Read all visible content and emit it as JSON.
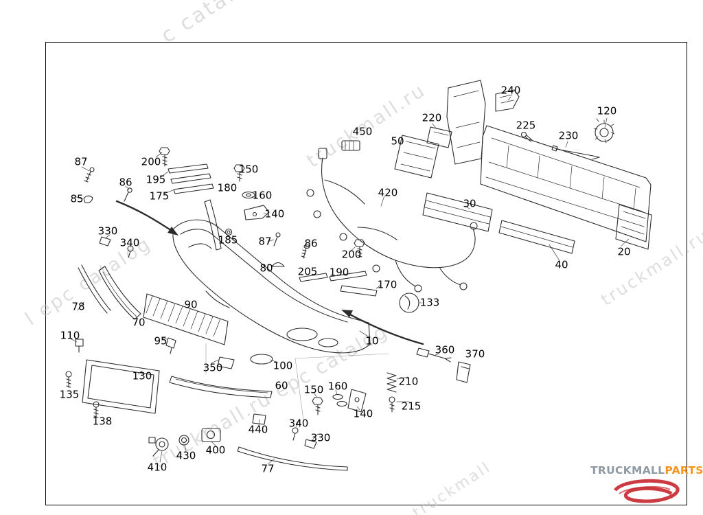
{
  "watermarks": [
    {
      "text": "c catalog"
    },
    {
      "text": "truckmall.ru"
    },
    {
      "text": "l epc catalog"
    },
    {
      "text": "truckmall.ru"
    },
    {
      "text": "truckmall.ru epc catalog"
    },
    {
      "text": "truckmall"
    }
  ],
  "logo": {
    "gray": "TRUCKMALL",
    "orange": "PARTS"
  },
  "colors": {
    "line": "#2b2b2b",
    "watermark": "#c2c2c2",
    "logo_gray": "#8e9aa3",
    "logo_orange": "#f7941e",
    "logo_red": "#c5262c"
  },
  "callouts": [
    "87",
    "200",
    "86",
    "85",
    "195",
    "175",
    "150",
    "180",
    "160",
    "140",
    "330",
    "340",
    "185",
    "87",
    "86",
    "420",
    "200",
    "80",
    "205",
    "190",
    "170",
    "78",
    "70",
    "90",
    "133",
    "110",
    "95",
    "10",
    "360",
    "370",
    "350",
    "100",
    "130",
    "60",
    "210",
    "135",
    "150",
    "160",
    "215",
    "140",
    "138",
    "340",
    "440",
    "330",
    "400",
    "430",
    "410",
    "77",
    "450",
    "50",
    "220",
    "240",
    "225",
    "230",
    "120",
    "30",
    "40",
    "20"
  ]
}
